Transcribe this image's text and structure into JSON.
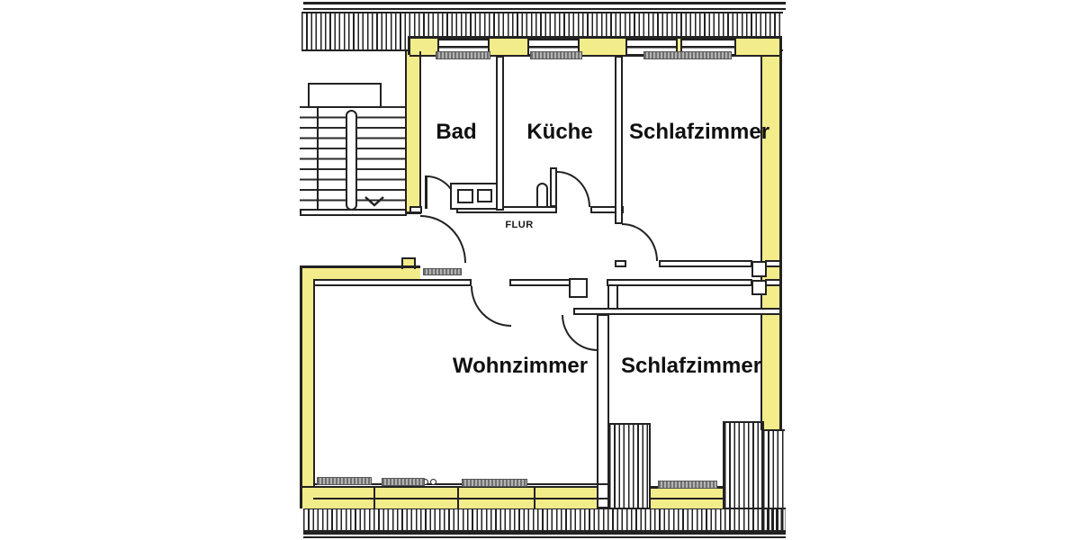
{
  "plan": {
    "type": "apartment-floor-plan",
    "rooms": [
      {
        "id": "bad",
        "label": "Bad"
      },
      {
        "id": "kueche",
        "label": "Küche"
      },
      {
        "id": "schlafzimmer-top",
        "label": "Schlafzimmer"
      },
      {
        "id": "wohnzimmer",
        "label": "Wohnzimmer"
      },
      {
        "id": "schlafzimmer-bottom",
        "label": "Schlafzimmer"
      },
      {
        "id": "flur",
        "label": "FLUR"
      }
    ],
    "colors": {
      "highlight_yellow": "#f3ec8a",
      "wall_ink": "#222222",
      "radiator_gray": "#8f8f8f",
      "paper": "#ffffff"
    }
  }
}
